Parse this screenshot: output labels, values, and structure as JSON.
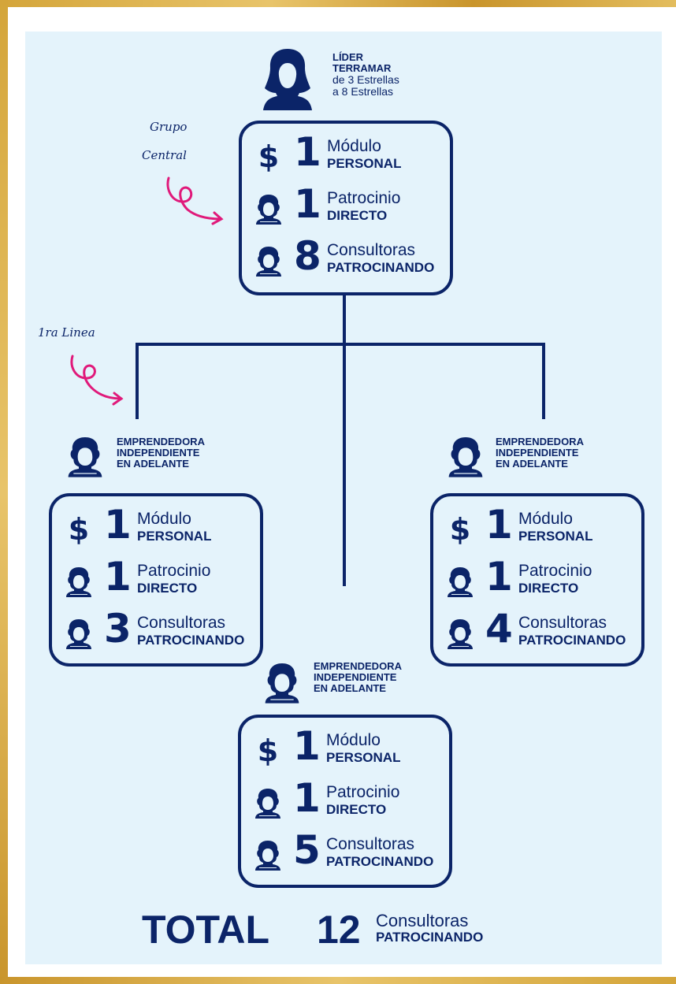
{
  "colors": {
    "navy": "#0b2468",
    "pink": "#e0197a",
    "gold": "#d4a53a",
    "panel": "#e4f3fb"
  },
  "leader": {
    "title_1": "LÍDER",
    "title_2": "TERRAMAR",
    "sub_1": "de 3 Estrellas",
    "sub_2": "a 8 Estrellas",
    "icon": "woman-long-hair-icon",
    "rows": [
      {
        "icon": "dollar-icon",
        "num": "1",
        "l1": "Módulo",
        "l2": "PERSONAL"
      },
      {
        "icon": "woman-avatar-icon",
        "num": "1",
        "l1": "Patrocinio",
        "l2": "DIRECTO"
      },
      {
        "icon": "woman-avatar-icon",
        "num": "8",
        "l1": "Consultoras",
        "l2": "PATROCINANDO"
      }
    ]
  },
  "notes": {
    "grupo_1": "Grupo",
    "grupo_2": "Central",
    "linea": "1ra Linea"
  },
  "emprendedoras": [
    {
      "t1": "EMPRENDEDORA",
      "t2": "INDEPENDIENTE",
      "t3": "EN ADELANTE",
      "rows": [
        {
          "icon": "dollar-icon",
          "num": "1",
          "l1": "Módulo",
          "l2": "PERSONAL"
        },
        {
          "icon": "woman-avatar-icon",
          "num": "1",
          "l1": "Patrocinio",
          "l2": "DIRECTO"
        },
        {
          "icon": "woman-avatar-icon",
          "num": "3",
          "l1": "Consultoras",
          "l2": "PATROCINANDO"
        }
      ]
    },
    {
      "t1": "EMPRENDEDORA",
      "t2": "INDEPENDIENTE",
      "t3": "EN ADELANTE",
      "rows": [
        {
          "icon": "dollar-icon",
          "num": "1",
          "l1": "Módulo",
          "l2": "PERSONAL"
        },
        {
          "icon": "woman-avatar-icon",
          "num": "1",
          "l1": "Patrocinio",
          "l2": "DIRECTO"
        },
        {
          "icon": "woman-avatar-icon",
          "num": "4",
          "l1": "Consultoras",
          "l2": "PATROCINANDO"
        }
      ]
    },
    {
      "t1": "EMPRENDEDORA",
      "t2": "INDEPENDIENTE",
      "t3": "EN ADELANTE",
      "rows": [
        {
          "icon": "dollar-icon",
          "num": "1",
          "l1": "Módulo",
          "l2": "PERSONAL"
        },
        {
          "icon": "woman-avatar-icon",
          "num": "1",
          "l1": "Patrocinio",
          "l2": "DIRECTO"
        },
        {
          "icon": "woman-avatar-icon",
          "num": "5",
          "l1": "Consultoras",
          "l2": "PATROCINANDO"
        }
      ]
    }
  ],
  "total": {
    "word": "TOTAL",
    "num": "12",
    "l1": "Consultoras",
    "l2": "PATROCINANDO"
  }
}
